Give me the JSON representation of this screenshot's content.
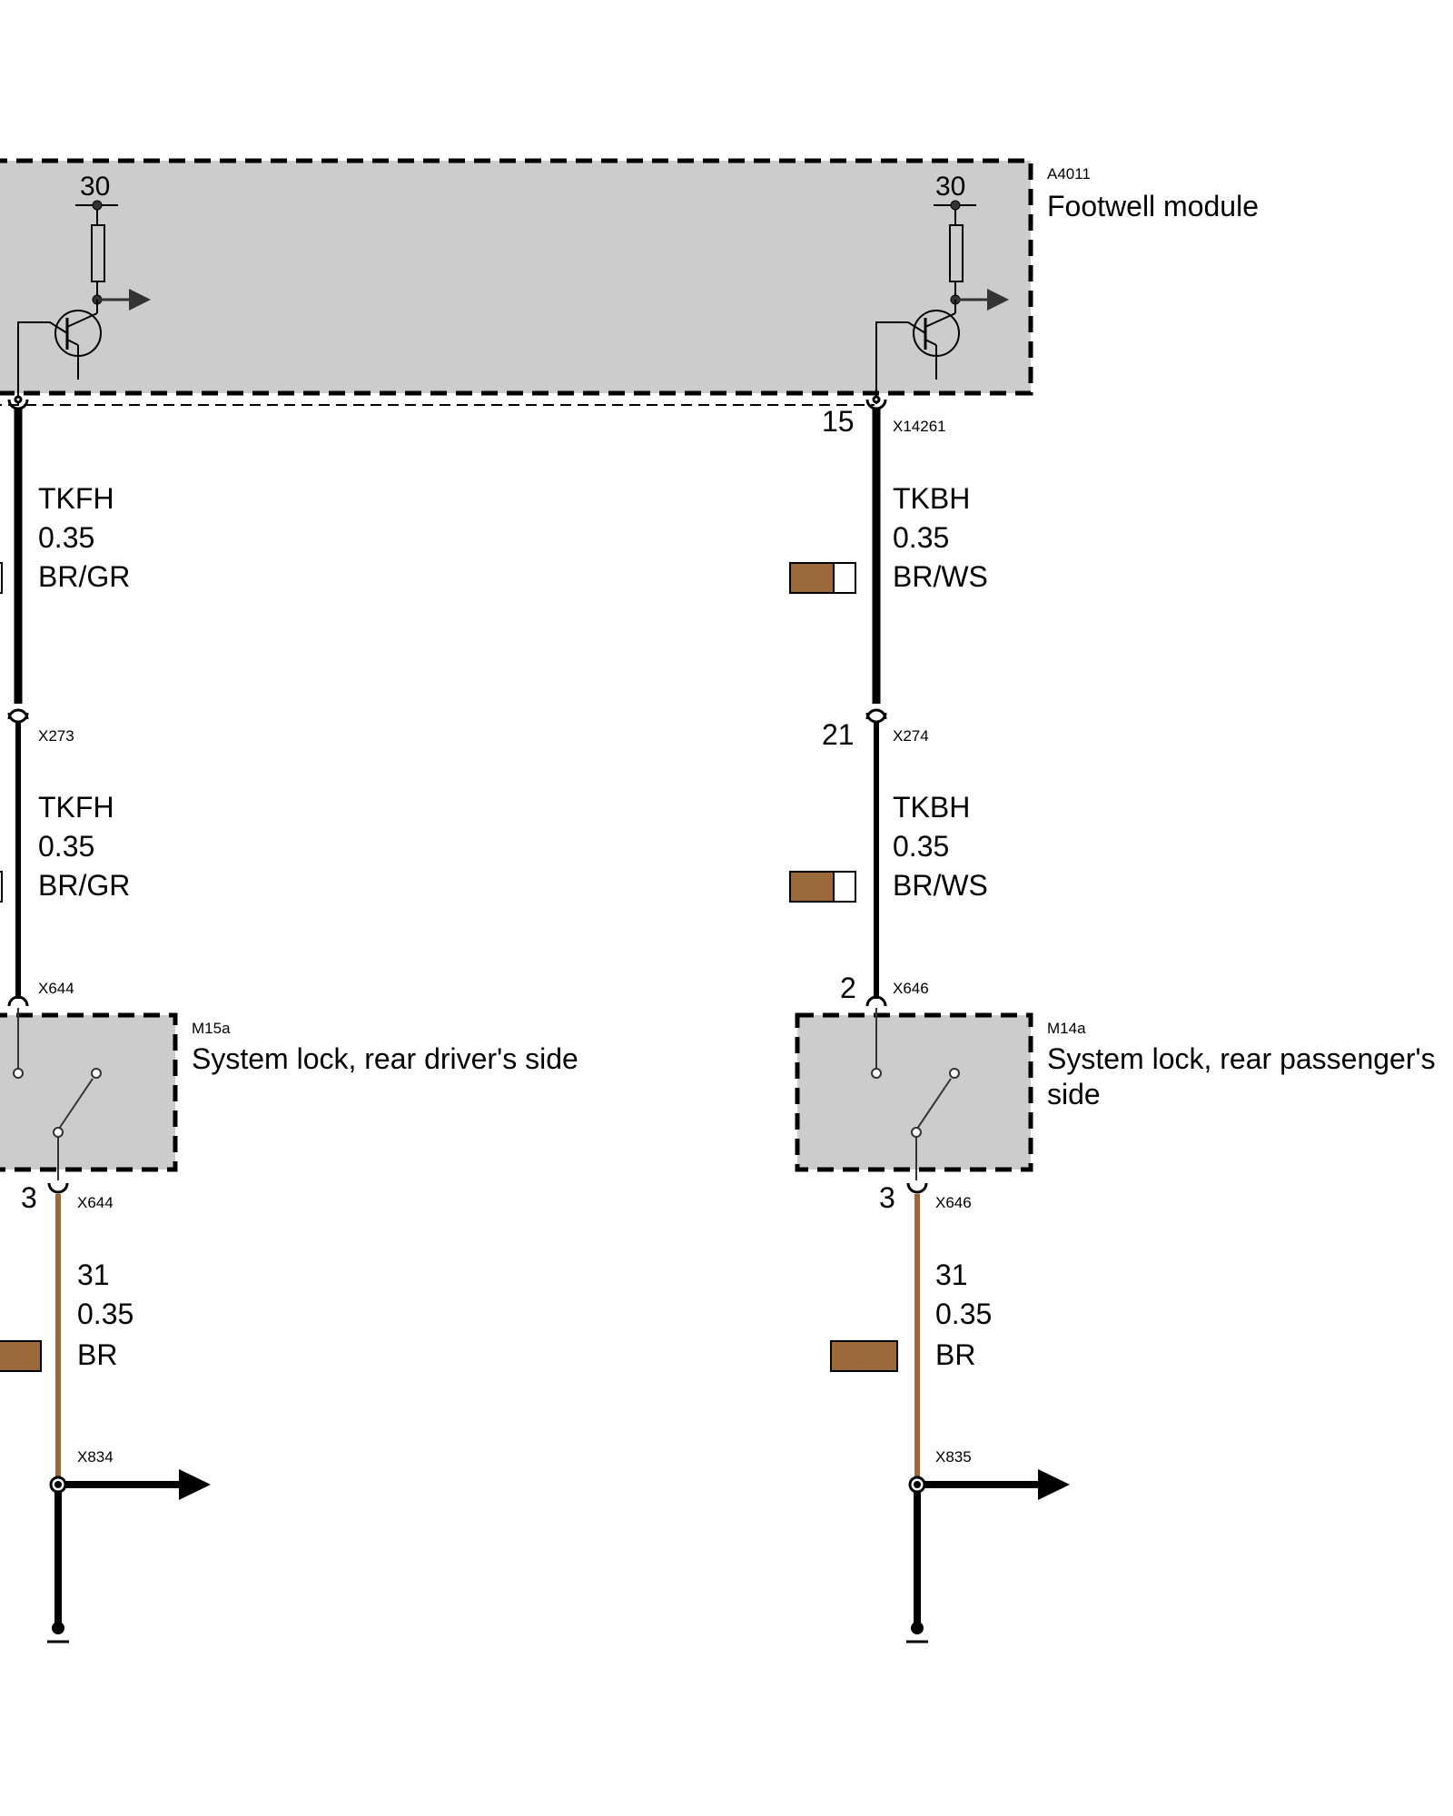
{
  "modules": {
    "footwell": {
      "id": "A4011",
      "name": "Footwell module",
      "term_left": "30",
      "term_right": "30"
    },
    "driver_lock": {
      "id": "M15a",
      "name": "System lock, rear driver's side"
    },
    "passenger_lock": {
      "id": "M14a",
      "name_line1": "System lock, rear passenger's",
      "name_line2": "side"
    }
  },
  "left_branch": {
    "connector_top": "",
    "wire1": {
      "signal": "TKFH",
      "gauge": "0.35",
      "color": "BR/GR"
    },
    "connector_mid": "X273",
    "wire2": {
      "signal": "TKFH",
      "gauge": "0.35",
      "color": "BR/GR"
    },
    "connector_in": "X644",
    "pin_out": "3",
    "connector_out": "X644",
    "wire3": {
      "signal": "31",
      "gauge": "0.35",
      "color": "BR"
    },
    "ground_connector": "X834"
  },
  "right_branch": {
    "pin_top": "15",
    "connector_top": "X14261",
    "wire1": {
      "signal": "TKBH",
      "gauge": "0.35",
      "color": "BR/WS"
    },
    "pin_mid": "21",
    "connector_mid": "X274",
    "wire2": {
      "signal": "TKBH",
      "gauge": "0.35",
      "color": "BR/WS"
    },
    "pin_in": "2",
    "connector_in": "X646",
    "pin_out": "3",
    "connector_out": "X646",
    "wire3": {
      "signal": "31",
      "gauge": "0.35",
      "color": "BR"
    },
    "ground_connector": "X835"
  },
  "colors": {
    "module_fill": "#cccccc",
    "wire_black": "#000000",
    "wire_brown": "#9b6a3a",
    "swatch_brown": "#9b6a3a",
    "swatch_white": "#ffffff"
  }
}
